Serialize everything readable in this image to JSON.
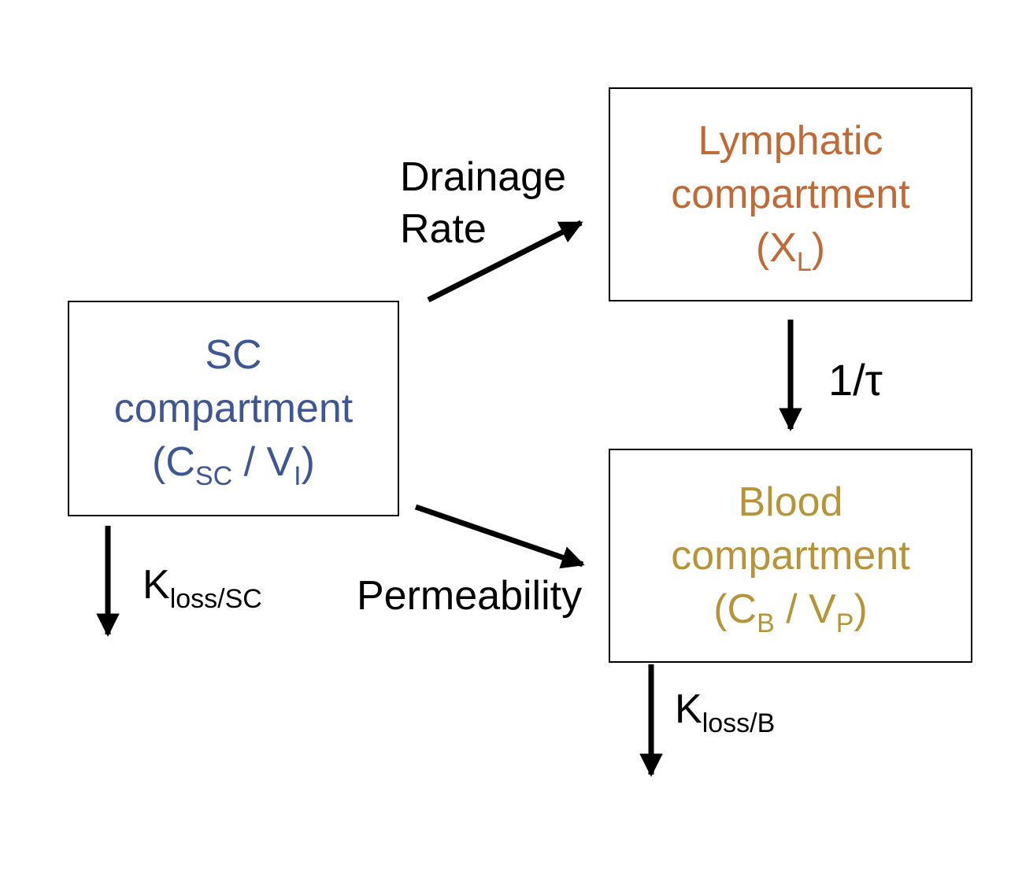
{
  "colors": {
    "sc": "#3E5694",
    "lymphatic": "#C06A36",
    "blood": "#B89438",
    "arrow": "#000000"
  },
  "sc_compartment": {
    "line1": "SC",
    "line2": "compartment",
    "formula_open": "(C",
    "formula_sub1": "SC",
    "formula_mid": " / V",
    "formula_sub2": "I",
    "formula_close": ")"
  },
  "lymphatic_compartment": {
    "line1": "Lymphatic",
    "line2": "compartment",
    "formula_open": "(X",
    "formula_sub": "L",
    "formula_close": ")"
  },
  "blood_compartment": {
    "line1": "Blood",
    "line2": "compartment",
    "formula_open": "(C",
    "formula_sub1": "B",
    "formula_mid": " / V",
    "formula_sub2": "P",
    "formula_close": ")"
  },
  "labels": {
    "drainage_line1": "Drainage",
    "drainage_line2": "Rate",
    "tau": "1/τ",
    "permeability": "Permeability",
    "kloss_sc_main": "K",
    "kloss_sc_sub": "loss/SC",
    "kloss_b_main": "K",
    "kloss_b_sub": "loss/B"
  }
}
